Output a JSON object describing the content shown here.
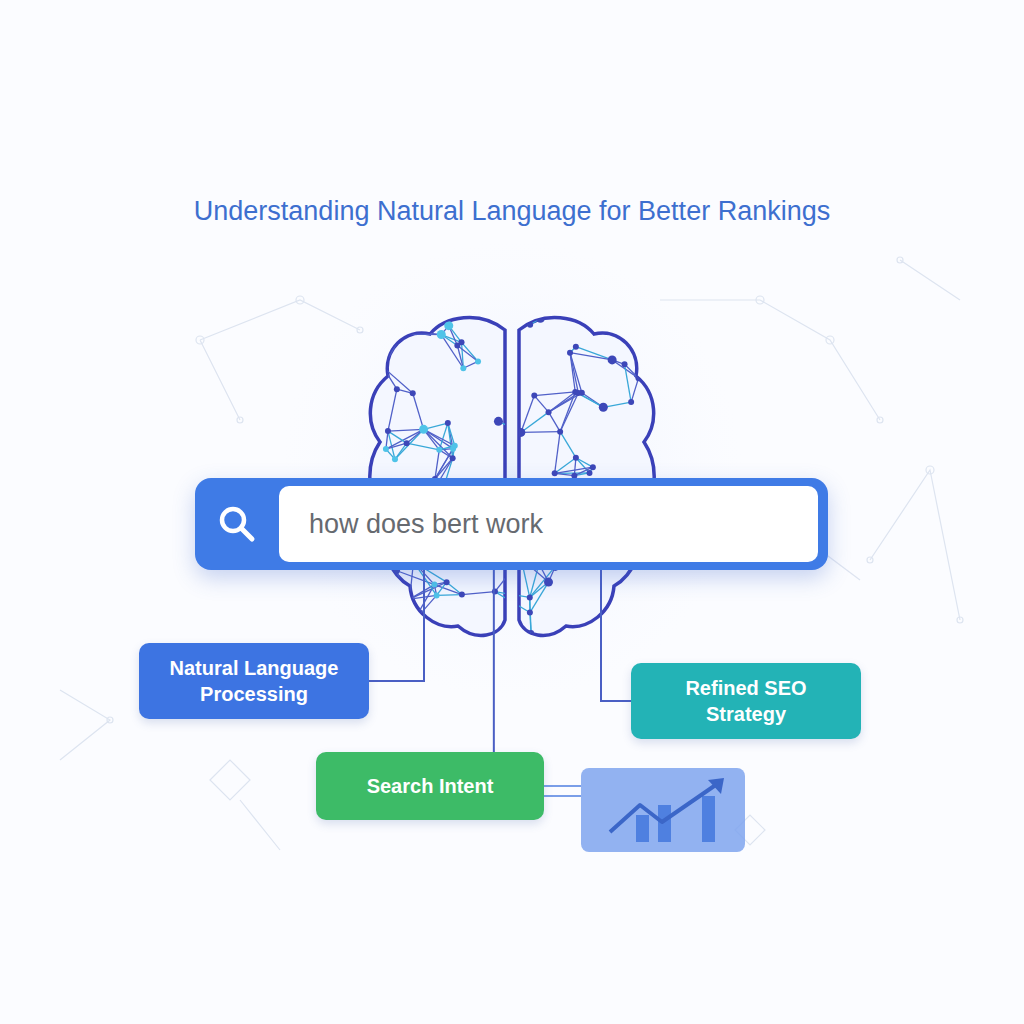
{
  "diagram": {
    "title": "Understanding Natural Language for Better Rankings",
    "nodes": [
      {
        "text": [
          "how does bert work"
        ]
      },
      {
        "text": [
          "Natural Language Processing"
        ]
      },
      {
        "text": [
          "Refined SEO Strategy"
        ]
      },
      {
        "text": [
          "Search Intent"
        ]
      }
    ],
    "edges": [
      {
        "from": 0,
        "to": 1,
        "arrow": "none"
      },
      {
        "from": 0,
        "to": 2,
        "arrow": "none"
      },
      {
        "from": 0,
        "to": 3,
        "arrow": "none"
      }
    ]
  }
}
